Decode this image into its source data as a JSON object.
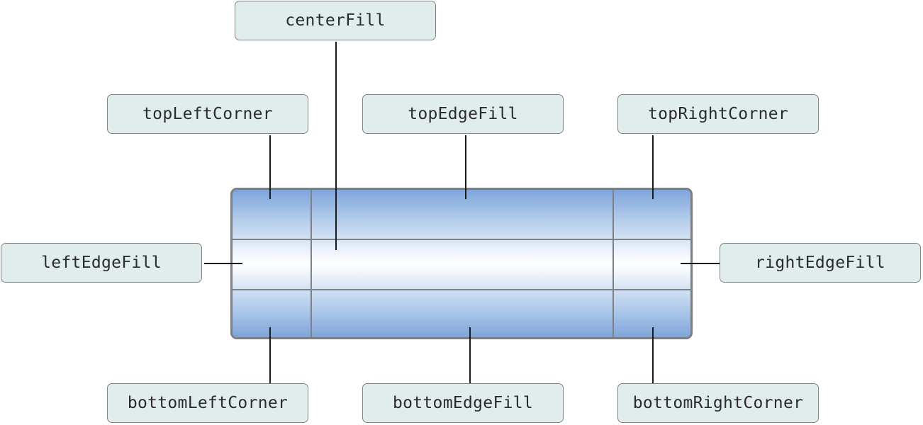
{
  "labels": {
    "centerFill": "centerFill",
    "topLeftCorner": "topLeftCorner",
    "topEdgeFill": "topEdgeFill",
    "topRightCorner": "topRightCorner",
    "leftEdgeFill": "leftEdgeFill",
    "rightEdgeFill": "rightEdgeFill",
    "bottomLeftCorner": "bottomLeftCorner",
    "bottomEdgeFill": "bottomEdgeFill",
    "bottomRightCorner": "bottomRightCorner"
  },
  "colors": {
    "label_background": "#e1eced",
    "label_border": "#7d8588",
    "gradient_edge": "#7ea5da",
    "gradient_center": "#ffffff",
    "connector": "#1a1a1a"
  }
}
